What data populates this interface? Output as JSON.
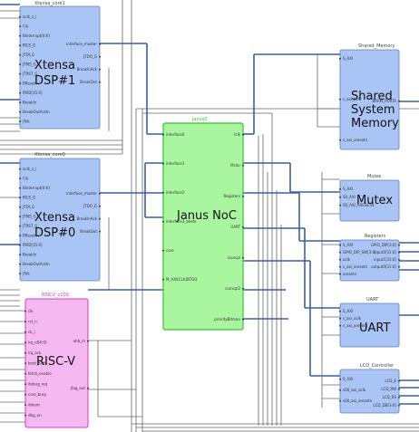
{
  "blocks": {
    "xtensa1": {
      "title": "Xtensa_core1",
      "label_lines": [
        "Xtensa",
        "DSP#1"
      ],
      "color": "#a9c4f5",
      "border": "#5b7fbf",
      "pins_left": [
        "aclk_s_i",
        "Clk",
        "BInterrupt[0:6]",
        "IRCS_G",
        "JTDI_G",
        "JTMS_G",
        "JTRST_G",
        "BReset",
        "PRID[15:0]",
        "BreakIn",
        "BreakOutAckIn",
        "JTek"
      ],
      "pins_right": [
        "interface_master",
        "JTDO_G",
        "BreakInAck",
        "BreakOut"
      ]
    },
    "xtensa0": {
      "title": "Xtensa_core0",
      "label_lines": [
        "Xtensa",
        "DSP#0"
      ],
      "color": "#a9c4f5",
      "border": "#5b7fbf",
      "pins_left": [
        "aclk_s_i",
        "Clk",
        "BInterrupt[0:6]",
        "IRCS_G",
        "JTDI_G",
        "JTMS_G",
        "JTRST_G",
        "BReset",
        "PRID[15:0]",
        "BreakIn",
        "BreakOutAckIn",
        "JTek"
      ],
      "pins_right": [
        "interface_master",
        "JTDO_G",
        "BreakInAck",
        "BreakOut"
      ]
    },
    "riscv": {
      "title": "RISCV_c100",
      "label_lines": [
        "RISC-V"
      ],
      "color": "#f5b8f0",
      "border": "#d43ad0",
      "pins_left": [
        "clk",
        "rst_n",
        "ck_i",
        "irq_id[4:0]",
        "irq_ack",
        "boot_addr",
        "fetch_enable",
        "debug_req",
        "core_busy",
        "dmem",
        "dbg_on"
      ],
      "pins_right": [
        "ahb_m",
        "jtag_out"
      ]
    },
    "noc": {
      "title": "janus0",
      "label": "Janus NoC",
      "color": "#a9f5a0",
      "border": "#39c133",
      "pins_left": [
        "interface0",
        "interface1",
        "interface2",
        "interface3_beets",
        "core",
        "M_AXI(CLK)BTGQ"
      ],
      "pins_right": [
        "Iclk",
        "Mclor",
        "Registers",
        "UART",
        "iconcpl",
        "iconcpl2",
        "priorityBitman"
      ]
    },
    "shared_memory": {
      "title": "Shared_Memory",
      "label_lines": [
        "Shared",
        "System",
        "Memory"
      ],
      "color": "#a9c4f5",
      "border": "#5b7fbf",
      "pins_left": [
        "S_AXI",
        "s_axi_aclk",
        "s_axi_aresetn"
      ],
      "pins_right": [
        "BRAM_PORTA"
      ]
    },
    "mutex": {
      "title": "Mutex",
      "label_lines": [
        "Mutex"
      ],
      "color": "#a9c4f5",
      "border": "#5b7fbf",
      "pins_left": [
        "S_AXI",
        "S0_AXI",
        "S0_AXI_ARESETN"
      ],
      "pins_right": []
    },
    "registers": {
      "title": "Registers",
      "label_lines": [],
      "color": "#a9c4f5",
      "border": "#5b7fbf",
      "pins_left": [
        "S_AXI",
        "GPIO_DIP_SW[3:0]",
        "aclk",
        "s_axi_aresetn",
        "aresetn"
      ],
      "pins_right": [
        "GPIO_DIP[3:0]",
        "input0[31:0]",
        "input1[31:0]",
        "output0[31:0]"
      ]
    },
    "uart": {
      "title": "UART",
      "label_lines": [
        "UART"
      ],
      "color": "#a9c4f5",
      "border": "#5b7fbf",
      "pins_left": [
        "S_AXI",
        "s_axi_aclk",
        "s_axi_aresetn"
      ],
      "pins_right": []
    },
    "lcd": {
      "title": "LCD_Controller",
      "label_lines": [],
      "color": "#a9c4f5",
      "border": "#5b7fbf",
      "pins_left": [
        "S_AXI",
        "s00_axi_aclk",
        "s00_axi_aresetn"
      ],
      "pins_right": [
        "LCD_E",
        "LCD_RW",
        "LCD_RS",
        "LCD_DB[3:0]"
      ]
    }
  },
  "colors": {
    "wire_blue": "#3c5fa3",
    "wire_black": "#555555",
    "wire_green": "#3fc63a",
    "wire_magenta": "#e040d8"
  }
}
